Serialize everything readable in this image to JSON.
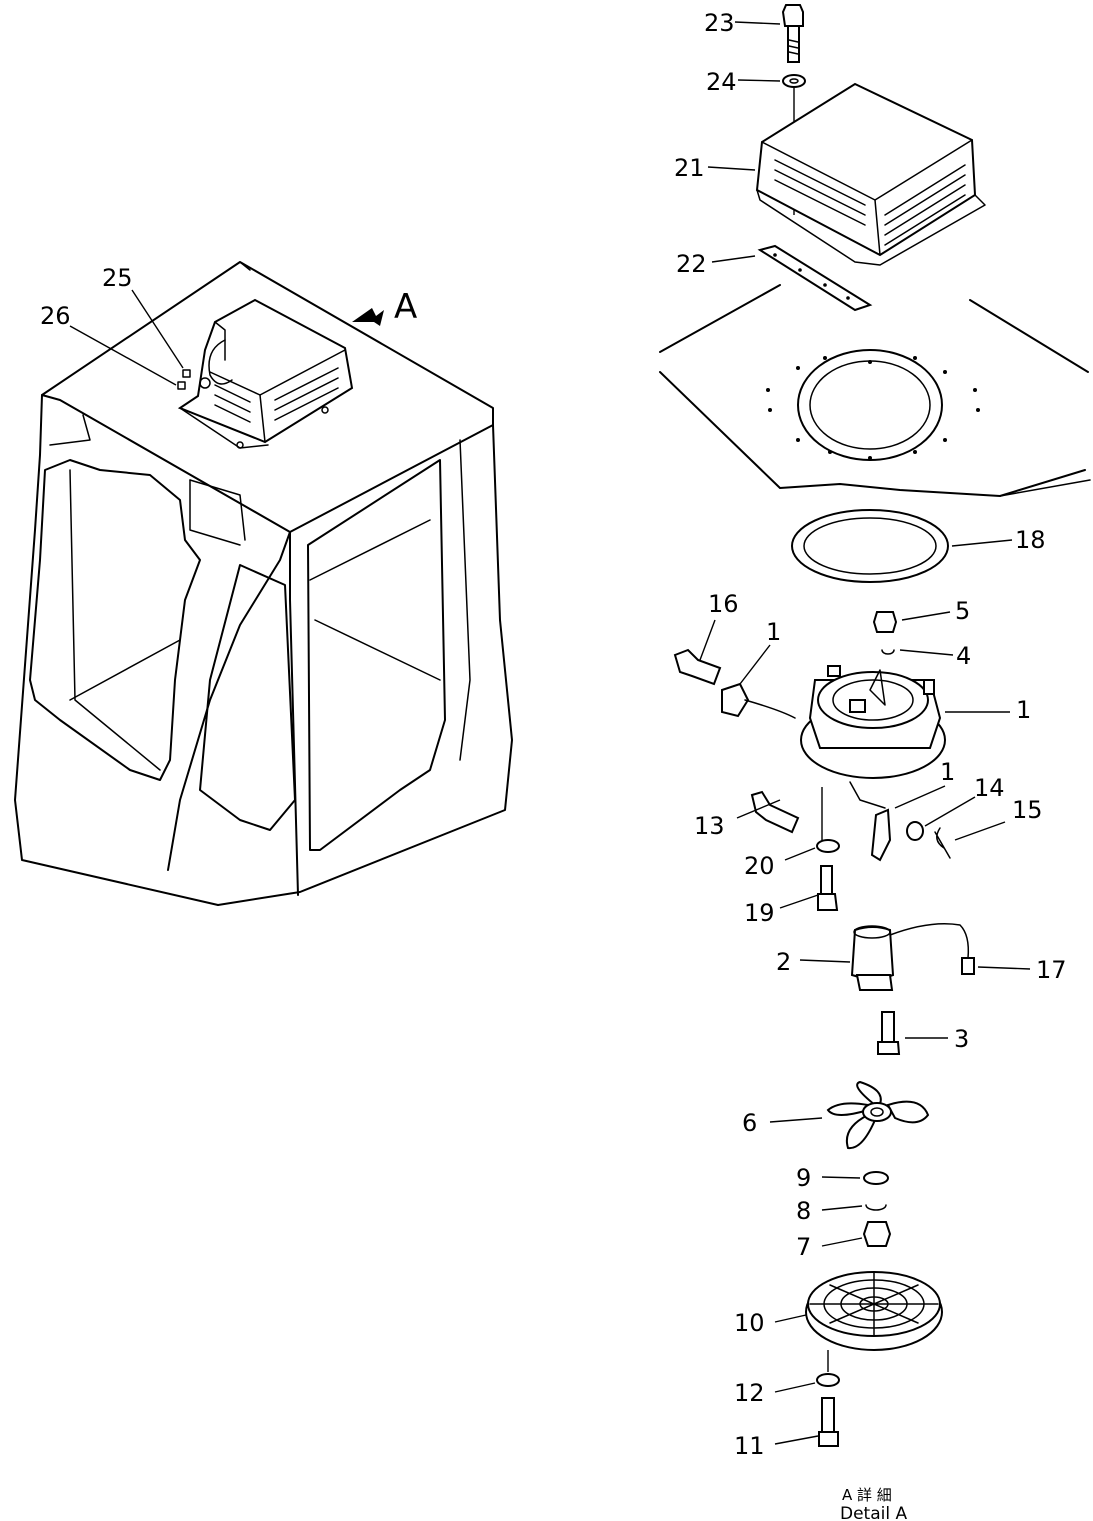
{
  "labels": {
    "p1a": "1",
    "p1b": "1",
    "p1c": "1",
    "p2": "2",
    "p3": "3",
    "p4": "4",
    "p5": "5",
    "p6": "6",
    "p7": "7",
    "p8": "8",
    "p9": "9",
    "p10": "10",
    "p11": "11",
    "p12": "12",
    "p13": "13",
    "p14": "14",
    "p15": "15",
    "p16": "16",
    "p17": "17",
    "p18": "18",
    "p19": "19",
    "p20": "20",
    "p21": "21",
    "p22": "22",
    "p23": "23",
    "p24": "24",
    "p25": "25",
    "p26": "26",
    "arrow_a": "A"
  },
  "caption": {
    "line1": "A 詳 細",
    "line2": "Detail A"
  }
}
